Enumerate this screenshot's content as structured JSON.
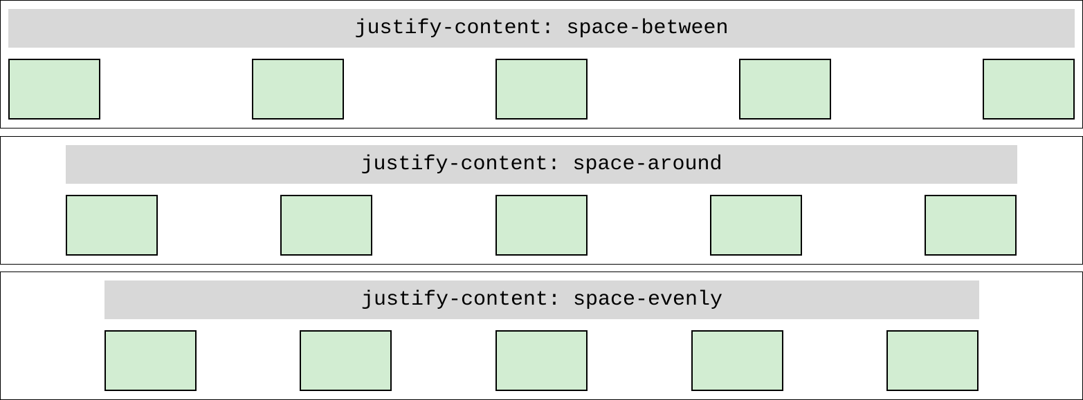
{
  "panels": [
    {
      "label": "justify-content: space-between",
      "box_count": 5
    },
    {
      "label": "justify-content: space-around",
      "box_count": 5
    },
    {
      "label": "justify-content: space-evenly",
      "box_count": 5
    }
  ],
  "colors": {
    "title_bar": "#d8d8d8",
    "box_fill": "#d2edd2",
    "border": "#000000"
  }
}
